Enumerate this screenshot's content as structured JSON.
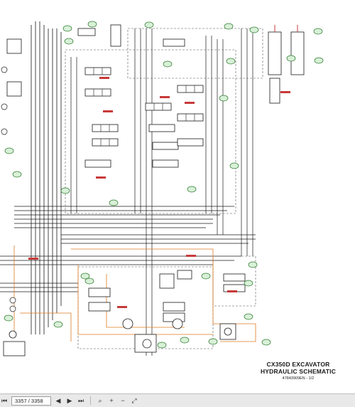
{
  "title_block": {
    "line1": "CX350D EXCAVATOR",
    "line2": "HYDRAULIC SCHEMATIC",
    "line3": "47843909EN - 1/2"
  },
  "toolbar": {
    "page_indicator": "3357 / 3358",
    "icons": [
      "first-page-icon",
      "prev-page-icon",
      "next-page-icon",
      "last-page-icon",
      "search-icon",
      "zoom-in-icon",
      "zoom-out-icon",
      "fit-icon"
    ]
  },
  "colors": {
    "wire_black": "#1a1a1a",
    "pilot_orange": "#e07b22",
    "valve_red": "#c83a3a",
    "tag_green": "#d8f0d8",
    "tag_stroke": "#2f7a2f"
  }
}
